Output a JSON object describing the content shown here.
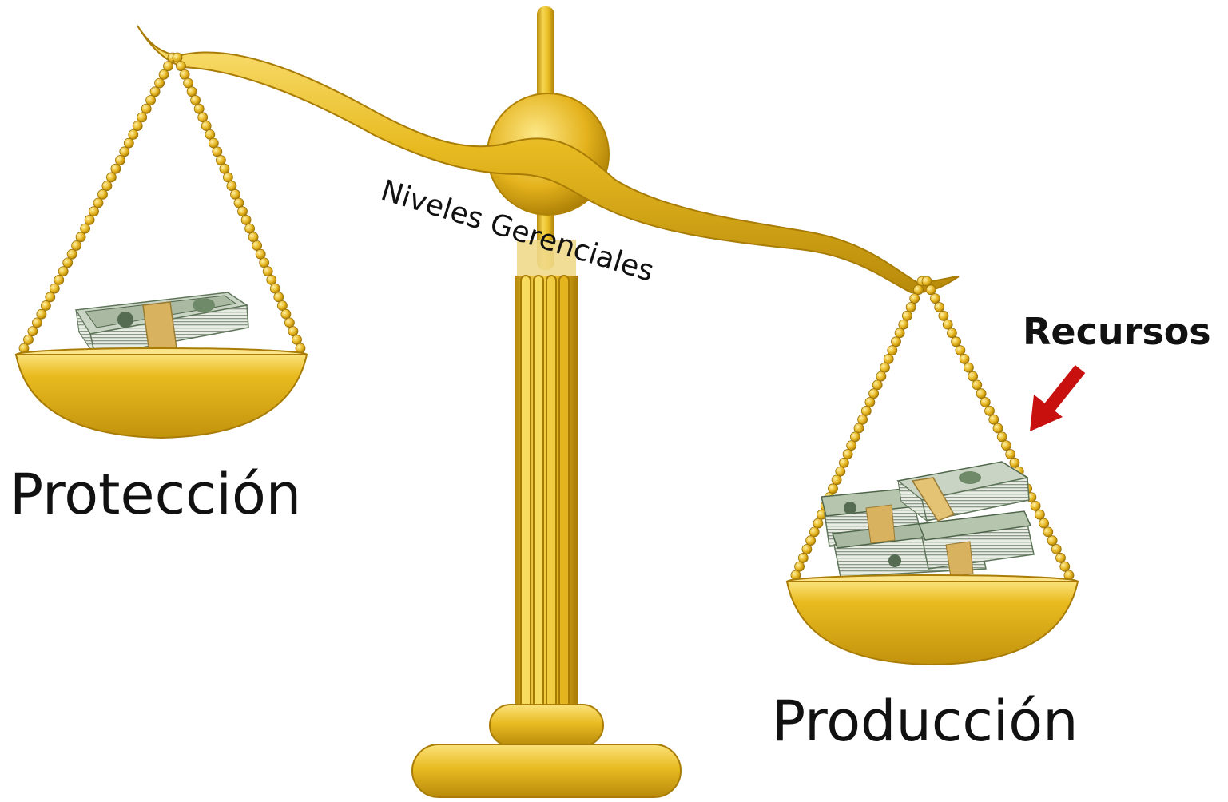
{
  "labels": {
    "left_pan": "Protección",
    "right_pan": "Producción",
    "beam": "Niveles Gerenciales",
    "resources": "Recursos"
  },
  "colors": {
    "gold_light": "#f5d34a",
    "gold_mid": "#e3b420",
    "gold_dark": "#a97c05",
    "money_green": "#6f8f6a",
    "money_band": "#d9b25a",
    "arrow": "#c8110f",
    "text": "#111111"
  },
  "icons": {
    "scale": "balance-scale-icon",
    "money": "money-stack-icon",
    "arrow": "arrow-down-left-icon"
  }
}
